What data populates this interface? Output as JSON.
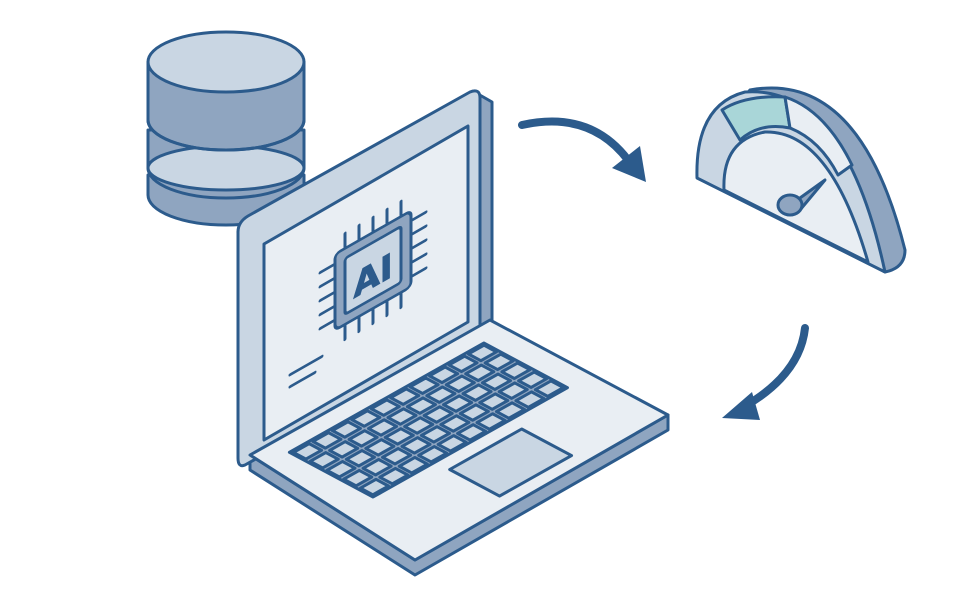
{
  "illustration": {
    "chip_label": "AI",
    "icons": [
      "database-icon",
      "laptop-icon",
      "ai-chip-icon",
      "speedometer-icon",
      "arrow-curved-icon"
    ],
    "colors": {
      "stroke": "#2c5b8c",
      "light": "#c9d6e3",
      "mid": "#8fa5c0",
      "pale": "#e9eef3",
      "teal": "#a9d6d8"
    },
    "keyboard": {
      "columns": 10,
      "rows": 5
    }
  }
}
